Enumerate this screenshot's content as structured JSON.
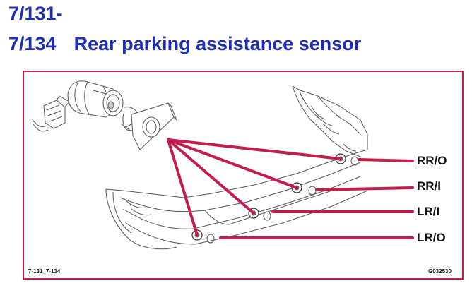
{
  "header": {
    "code_line1": "7/131-",
    "code_line2": "7/134",
    "title": "Rear parking assistance sensor"
  },
  "sensors": [
    {
      "id": "rr-o",
      "label": "RR/O"
    },
    {
      "id": "rr-i",
      "label": "RR/I"
    },
    {
      "id": "lr-i",
      "label": "LR/I"
    },
    {
      "id": "lr-o",
      "label": "LR/O"
    }
  ],
  "footer": {
    "ref_left": "7-131_7-134",
    "ref_right": "G032530"
  },
  "colors": {
    "title": "#1c2fb4",
    "leader_lines": "#c41d4c",
    "frame": "#c41d4c",
    "line_art": "#555555"
  }
}
